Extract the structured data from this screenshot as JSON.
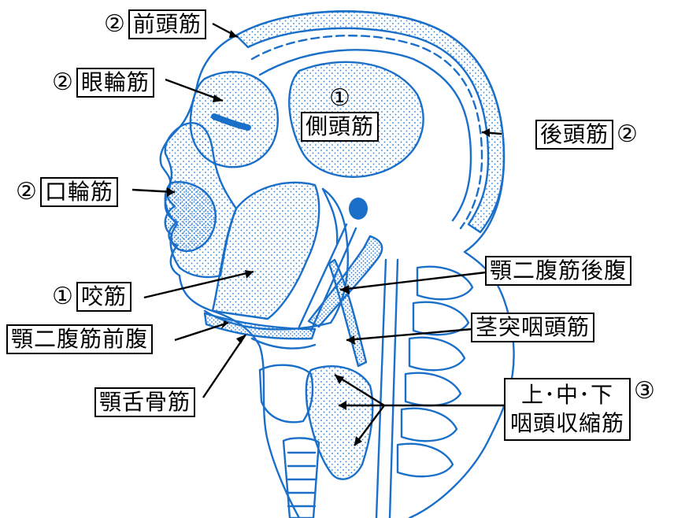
{
  "colors": {
    "line": "#1a6fc9",
    "stipple": "#2a7fd6",
    "text": "#000000"
  },
  "labels": {
    "frontalis": {
      "num": "②",
      "text": "前頭筋"
    },
    "orbicularis_oculi": {
      "num": "②",
      "text": "眼輪筋"
    },
    "temporalis": {
      "num": "①",
      "text": "側頭筋"
    },
    "occipitalis": {
      "num": "②",
      "text": "後頭筋"
    },
    "orbicularis_oris": {
      "num": "②",
      "text": "口輪筋"
    },
    "digastric_posterior": {
      "text": "顎二腹筋後腹"
    },
    "masseter": {
      "num": "①",
      "text": "咬筋"
    },
    "stylopharyngeus": {
      "text": "茎突咽頭筋"
    },
    "digastric_anterior": {
      "text": "顎二腹筋前腹"
    },
    "constrictors": {
      "num": "③",
      "line1": "上･中･下",
      "line2": "咽頭収縮筋"
    },
    "hyoglossus": {
      "text": "顎舌骨筋"
    }
  }
}
